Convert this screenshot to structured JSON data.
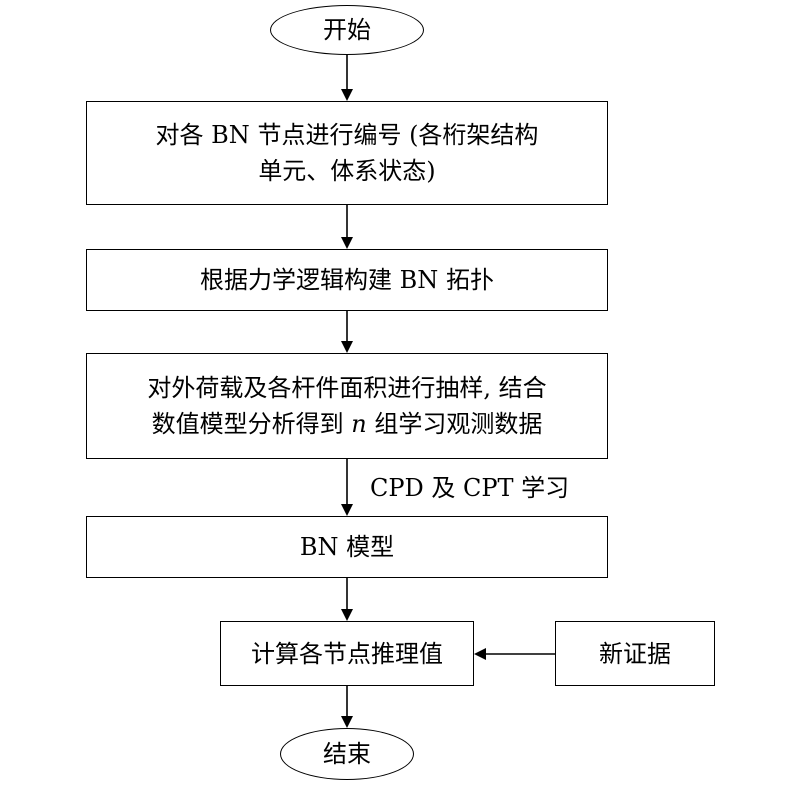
{
  "flowchart": {
    "start": "开始",
    "step1": {
      "line1": "对各 BN 节点进行编号 (各桁架结构",
      "line2": "单元、体系状态)"
    },
    "step2": "根据力学逻辑构建 BN 拓扑",
    "step3": {
      "line1": "对外荷载及各杆件面积进行抽样, 结合",
      "line2_before": "数值模型分析得到 ",
      "line2_var": "n",
      "line2_after": " 组学习观测数据"
    },
    "edge_label": "CPD 及 CPT 学习",
    "step4": "BN 模型",
    "step5": "计算各节点推理值",
    "evidence": "新证据",
    "end": "结束"
  }
}
